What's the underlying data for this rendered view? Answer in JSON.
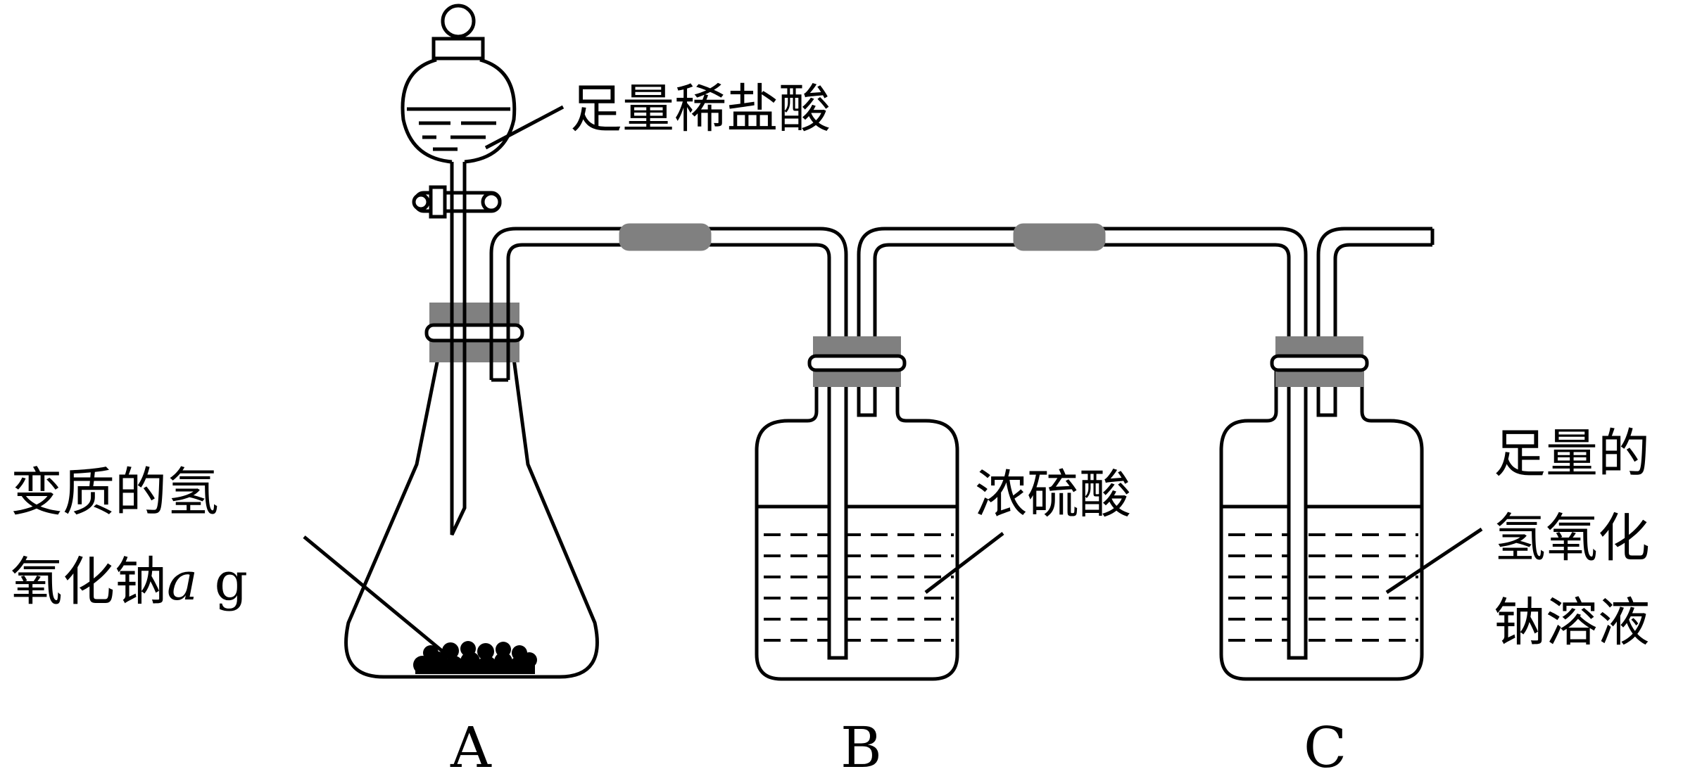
{
  "labels": {
    "acid": "足量稀盐酸",
    "sample_line1": "变质的氢",
    "sample_line2_text": "氧化钠",
    "sample_var": "a",
    "sample_unit": " g",
    "sulfuric": "浓硫酸",
    "naoh_line1": "足量的",
    "naoh_line2": "氢氧化",
    "naoh_line3": "钠溶液"
  },
  "apparatus": {
    "A": "A",
    "B": "B",
    "C": "C"
  },
  "colors": {
    "stroke": "#000000",
    "rubber": "#808080",
    "fill": "#ffffff"
  }
}
